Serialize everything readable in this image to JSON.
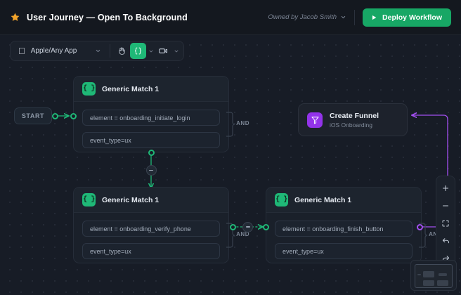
{
  "header": {
    "star_icon": "star-icon",
    "title": "User Journey — Open To Background",
    "owner_label": "Owned by Jacob Smith",
    "owner_chevron": "chevron-down-icon",
    "deploy_label": "Deploy Workflow",
    "deploy_icon": "play-icon"
  },
  "toolbar": {
    "app_icon": "apple-logo-icon",
    "app_label": "Apple/Any App",
    "app_chevron": "chevron-down-icon",
    "hand_tool": "hand-icon",
    "code_tool": "braces-icon",
    "code_chevron": "chevron-down-icon",
    "video_tool": "video-camera-icon",
    "video_chevron": "chevron-down-icon"
  },
  "canvas": {
    "start_label": "START",
    "and_label": "AND",
    "nodes": [
      {
        "icon": "braces-icon",
        "title": "Generic Match 1",
        "conditions": [
          "element = onboarding_initiate_login",
          "event_type=ux"
        ],
        "operator": "AND"
      },
      {
        "icon": "braces-icon",
        "title": "Generic Match 1",
        "conditions": [
          "element = onboarding_verify_phone",
          "event_type=ux"
        ],
        "operator": "AND"
      },
      {
        "icon": "braces-icon",
        "title": "Generic Match 1",
        "conditions": [
          "element = onboarding_finish_button",
          "event_type=ux"
        ],
        "operator": "AND"
      }
    ],
    "funnel": {
      "icon": "funnel-icon",
      "title": "Create Funnel",
      "subtitle": "iOS Onboarding"
    }
  },
  "zoom_panel": {
    "zoom_in": "plus-icon",
    "zoom_out": "minus-icon",
    "fit_view": "fit-screen-icon",
    "undo": "undo-arrow-icon",
    "redo": "redo-arrow-icon"
  },
  "minimap": {
    "name": "minimap"
  },
  "colors": {
    "accent_green": "#1fb877",
    "accent_purple": "#a34ff0",
    "deploy_green": "#17a765",
    "star_gold": "#f2a42b",
    "canvas_bg": "#171c26",
    "card_bg": "#1a202a"
  }
}
